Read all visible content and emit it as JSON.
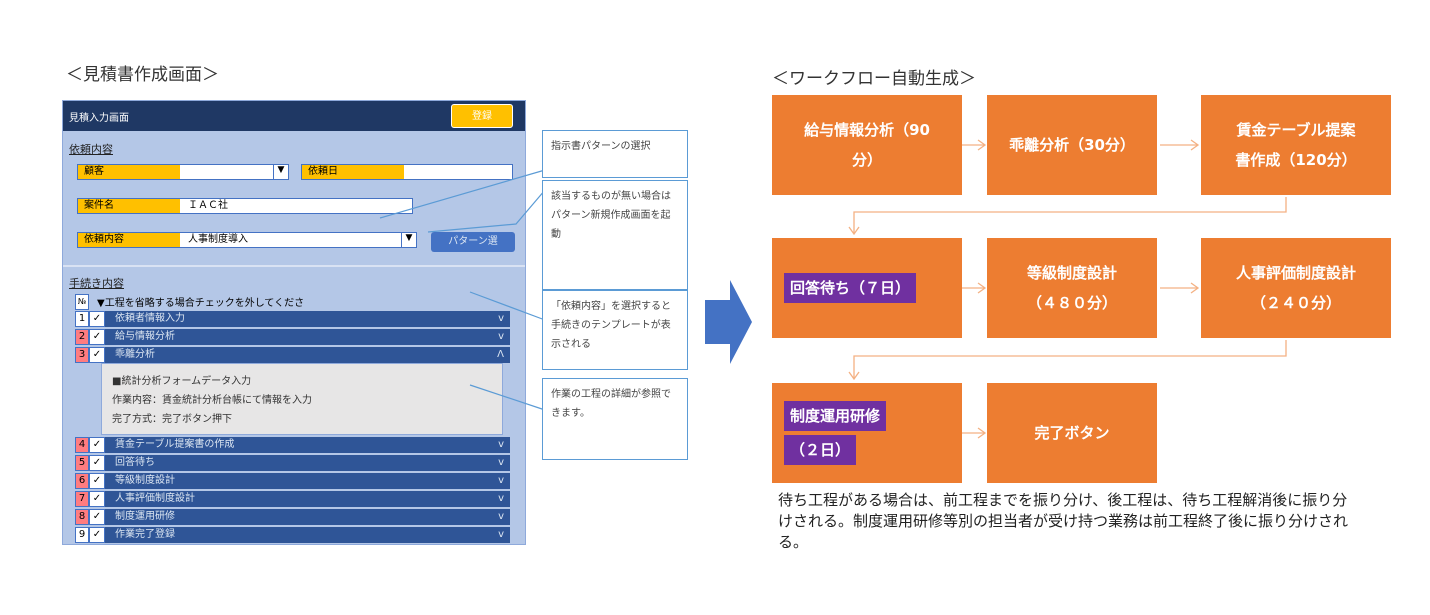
{
  "left_heading": "＜見積書作成画面＞",
  "right_heading": "＜ワークフロー自動生成＞",
  "form": {
    "title": "見積入力画面",
    "register_button": "登録",
    "section1": "依頼内容",
    "customer_label": "顧客",
    "customer_value": "",
    "date_label": "依頼日",
    "date_value": "",
    "case_label": "案件名",
    "case_value": "ＩＡＣ社",
    "request_label": "依頼内容",
    "request_value": "人事制度導入",
    "pattern_button": "パターン選",
    "section2": "手続き内容",
    "no_header": "№",
    "check_hint": "▼工程を省略する場合チェックを外してくださ",
    "steps": [
      {
        "no": "1",
        "label": "依頼者情報入力",
        "red": false,
        "toggle": "v"
      },
      {
        "no": "2",
        "label": "給与情報分析",
        "red": true,
        "toggle": "v"
      },
      {
        "no": "3",
        "label": "乖離分析",
        "red": true,
        "toggle": "Λ"
      },
      {
        "no": "4",
        "label": "賃金テーブル提案書の作成",
        "red": true,
        "toggle": "v"
      },
      {
        "no": "5",
        "label": "回答待ち",
        "red": true,
        "toggle": "v"
      },
      {
        "no": "6",
        "label": "等級制度設計",
        "red": true,
        "toggle": "v"
      },
      {
        "no": "7",
        "label": "人事評価制度設計",
        "red": true,
        "toggle": "v"
      },
      {
        "no": "8",
        "label": "制度運用研修",
        "red": true,
        "toggle": "v"
      },
      {
        "no": "9",
        "label": "作業完了登録",
        "red": false,
        "toggle": "v"
      }
    ],
    "check_mark": "✓",
    "detail": [
      "■統計分析フォームデータ入力",
      "作業内容：賃金統計分析台帳にて情報を入力",
      "完了方式：完了ボタン押下"
    ]
  },
  "callouts": [
    "指示書パターンの選択",
    "該当するものが無い場合はパターン新規作成画面を起動",
    "「依頼内容」を選択すると手続きのテンプレートが表示される",
    "作業の工程の詳細が参照できます。"
  ],
  "workflow": [
    {
      "lines": [
        "給与情報分析（90",
        "分）"
      ],
      "wait": false
    },
    {
      "lines": [
        "乖離分析（30分）"
      ],
      "wait": false
    },
    {
      "lines": [
        "賃金テーブル提案",
        "書作成（120分）"
      ],
      "wait": false
    },
    {
      "lines": [
        "回答待ち（７日）"
      ],
      "wait": true
    },
    {
      "lines": [
        "等級制度設計",
        "（４８０分）"
      ],
      "wait": false
    },
    {
      "lines": [
        "人事評価制度設計",
        "（２４０分）"
      ],
      "wait": false
    },
    {
      "lines": [
        "制度運用研修",
        "（２日）"
      ],
      "wait": true
    },
    {
      "lines": [
        "完了ボタン"
      ],
      "wait": false
    }
  ],
  "note": "待ち工程がある場合は、前工程までを振り分け、後工程は、待ち工程解消後に振り分けされる。制度運用研修等別の担当者が受け持つ業務は前工程終了後に振り分けされる。",
  "colors": {
    "orange": "#ed7d31",
    "navy": "#1f3864",
    "bar": "#2f5597",
    "yellow": "#ffc000",
    "purple": "#7030a0"
  }
}
